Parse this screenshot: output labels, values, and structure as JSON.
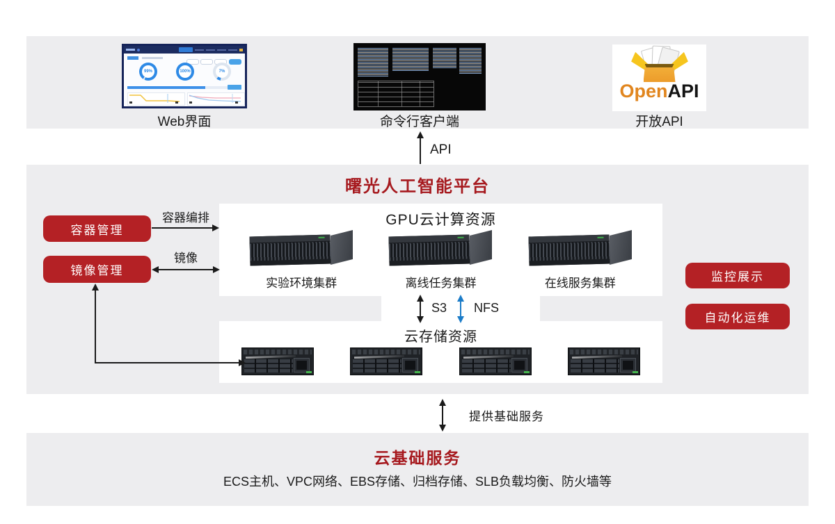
{
  "diagram": {
    "access_layer": {
      "web_item_label": "Web界面",
      "cli_item_label": "命令行客户端",
      "openapi_item_label": "开放API",
      "web_dashboard": {
        "gauges": [
          {
            "value": "99%"
          },
          {
            "value": "100%"
          },
          {
            "value": "7%"
          }
        ]
      },
      "openapi_logo": {
        "open": "Open",
        "api": "API"
      }
    },
    "api_arrow": {
      "label": "API"
    },
    "platform": {
      "title": "曙光人工智能平台",
      "container_button": "容器管理",
      "image_button": "镜像管理",
      "orchestration_label": "容器编排",
      "image_label": "镜像",
      "monitor_button": "监控展示",
      "ops_button": "自动化运维",
      "gpu_box": {
        "title": "GPU云计算资源",
        "clusters": [
          "实验环境集群",
          "离线任务集群",
          "在线服务集群"
        ]
      },
      "storage_box": {
        "title": "云存储资源"
      },
      "s3_arrow": {
        "label": "S3"
      },
      "nfs_arrow": {
        "label": "NFS"
      }
    },
    "base_arrow": {
      "label": "提供基础服务"
    },
    "base_layer": {
      "title": "云基础服务",
      "services": "ECS主机、VPC网络、EBS存储、归档存储、SLB负载均衡、防火墙等"
    },
    "colors": {
      "band_gray": "#ededef",
      "button_red": "#b42125",
      "title_red": "#a6191e",
      "nfs_blue": "#1b7cc8"
    }
  }
}
